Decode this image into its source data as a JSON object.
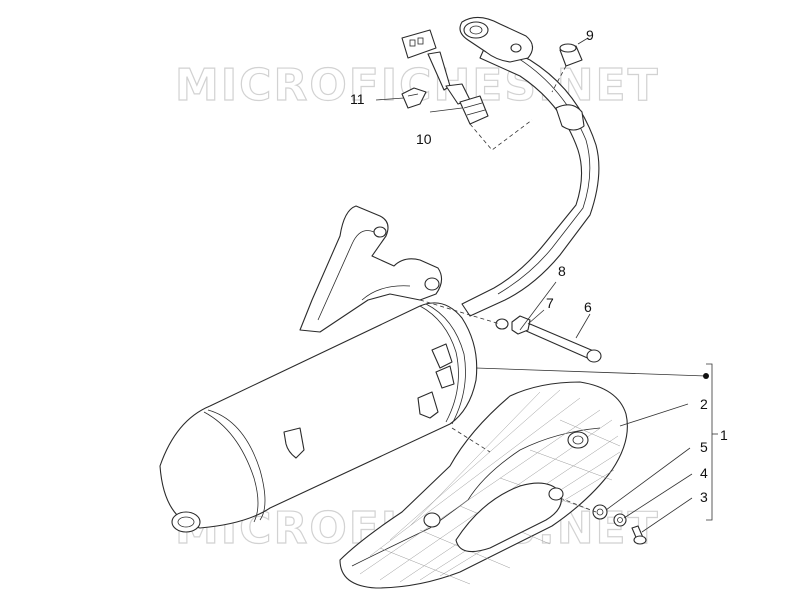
{
  "watermark": "MICROFICHES.NET",
  "callouts": {
    "c1": "1",
    "c2": "2",
    "c3": "3",
    "c4": "4",
    "c5": "5",
    "c6": "6",
    "c7": "7",
    "c8": "8",
    "c9": "9",
    "c10": "10",
    "c11": "11"
  }
}
